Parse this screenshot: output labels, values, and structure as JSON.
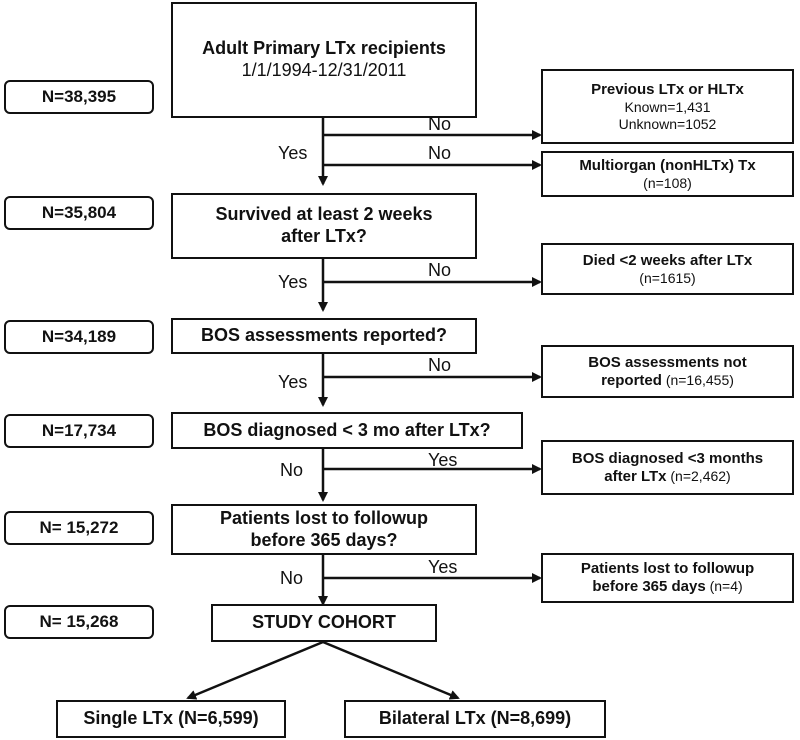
{
  "counts": [
    "N=38,395",
    "N=35,804",
    "N=34,189",
    "N=17,734",
    "N= 15,272",
    "N= 15,268"
  ],
  "main_boxes": {
    "recipients_title": "Adult Primary LTx recipients",
    "recipients_dates": "1/1/1994-12/31/2011",
    "survived_line1": "Survived at least 2 weeks",
    "survived_line2": "after LTx?",
    "bos_reported": "BOS assessments reported?",
    "bos_diagnosed": "BOS diagnosed < 3 mo after LTx?",
    "lost_line1": "Patients lost to followup",
    "lost_line2": "before 365 days?",
    "study_cohort": "STUDY COHORT",
    "single": "Single LTx (N=6,599)",
    "bilateral": "Bilateral LTx (N=8,699)"
  },
  "exclusions": {
    "previous_title": "Previous LTx or HLTx",
    "previous_known": "Known=1,431",
    "previous_unknown": "Unknown=1052",
    "multiorgan_title": "Multiorgan (nonHLTx) Tx",
    "multiorgan_n": "(n=108)",
    "died_title": "Died <2 weeks after LTx",
    "died_n": "(n=1615)",
    "bos_not_line1": "BOS assessments not",
    "bos_not_line2": "reported",
    "bos_not_n": "(n=16,455)",
    "bos_diag_line1": "BOS diagnosed <3 months",
    "bos_diag_line2": "after LTx",
    "bos_diag_n": "(n=2,462)",
    "lost_line1": "Patients lost to followup",
    "lost_line2": "before 365 days",
    "lost_n": "(n=4)"
  },
  "branch_labels": {
    "yes1": "Yes",
    "no1a": "No",
    "no1b": "No",
    "yes2": "Yes",
    "no2": "No",
    "yes3": "Yes",
    "no3": "No",
    "no4": "No",
    "yes4": "Yes",
    "no5": "No",
    "yes5": "Yes"
  }
}
